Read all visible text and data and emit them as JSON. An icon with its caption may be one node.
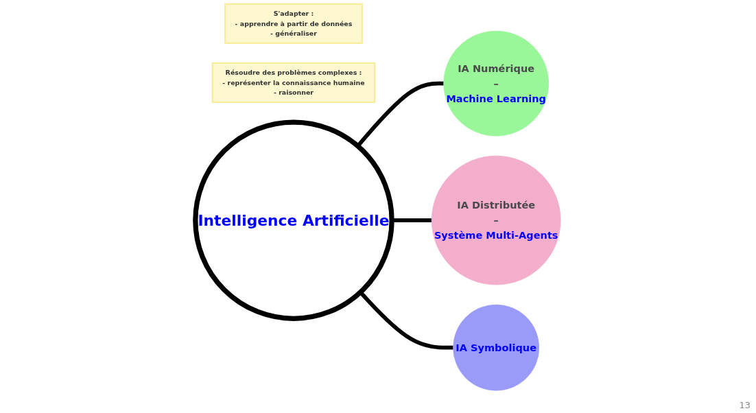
{
  "diagram": {
    "nodes": [
      {
        "text": [
          "Intelligence Artificielle"
        ]
      },
      {
        "text": [
          "IA Numérique",
          "–",
          "Machine Learning"
        ]
      },
      {
        "text": [
          "IA Distributée",
          "–",
          "Système Multi-Agents"
        ]
      },
      {
        "text": [
          "IA Symbolique"
        ]
      },
      {
        "text": [
          "S'adapter :",
          "- apprendre à partir de données",
          "- généraliser"
        ]
      },
      {
        "text": [
          "Résoudre des problèmes complexes :",
          "- représenter la connaissance humaine",
          "- raisonner"
        ]
      }
    ],
    "edges": [
      {
        "from": 0,
        "to": 1,
        "arrow": "none"
      },
      {
        "from": 0,
        "to": 2,
        "arrow": "none"
      },
      {
        "from": 0,
        "to": 3,
        "arrow": "none"
      }
    ],
    "labels": [
      "13"
    ]
  }
}
